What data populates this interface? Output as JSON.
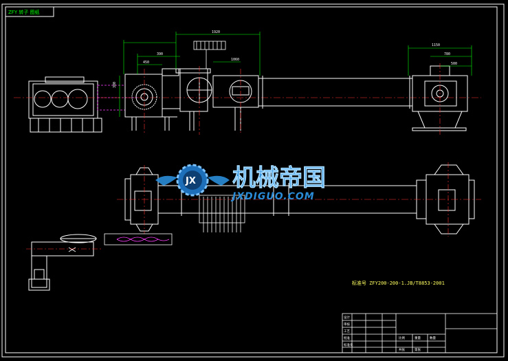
{
  "drawing": {
    "corner_tag": "ZFY 转子 图纸",
    "spec_note": "标准号 ZFY200-200-1.JB/T8853-2001",
    "colors": {
      "background": "#000000",
      "outline": "#ffffff",
      "border": "#ffffff",
      "dimension": "#00ff00",
      "centerline": "#ff3030",
      "hidden": "#ff40ff",
      "note": "#ffff60",
      "watermark_cn": "#2a8cd8",
      "watermark_en": "#2a8cd8"
    }
  },
  "dimensions": {
    "d1920": "1920",
    "d1150": "1150",
    "d780": "780",
    "d500": "500",
    "d450": "450",
    "d1060": "1060",
    "d390": "390",
    "d380": "380"
  },
  "watermark": {
    "badge_letters": "JX",
    "title_cn": "机械帝国",
    "site": "JXDIGUO.COM"
  },
  "title_block": {
    "cells": [
      "比例",
      "重量",
      "数量",
      "共张",
      "第张",
      "设计",
      "审核",
      "工艺",
      "批准",
      "标准化"
    ]
  }
}
